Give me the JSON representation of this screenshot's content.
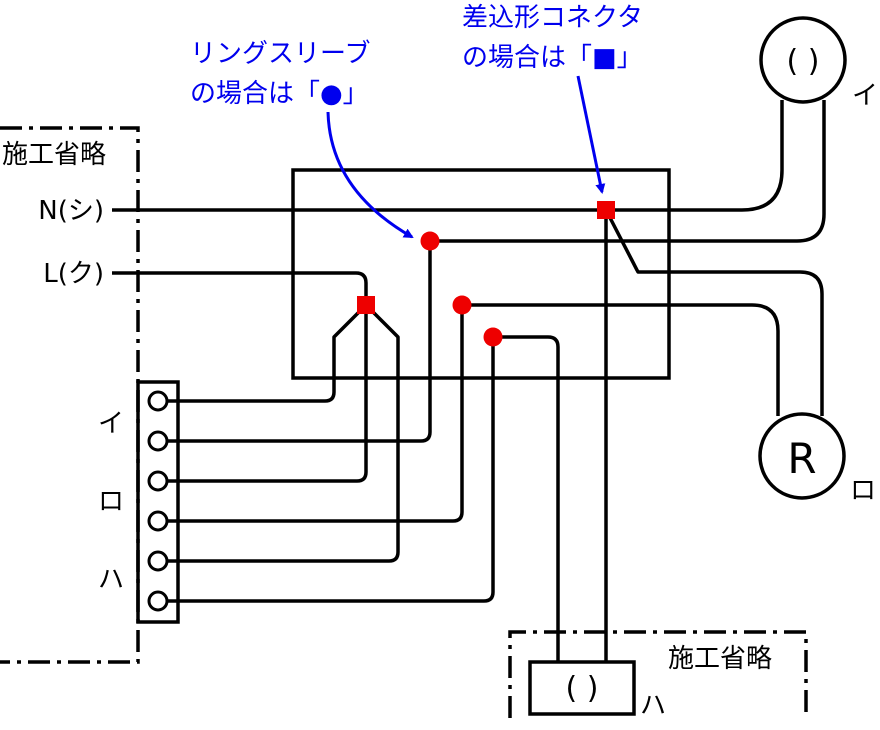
{
  "annotations": {
    "ring_sleeve": {
      "line1": "リングスリーブ",
      "line2": "の場合は「●」"
    },
    "push_connector": {
      "line1": "差込形コネクタ",
      "line2": "の場合は「■」"
    }
  },
  "left_panel": {
    "omitted_label": "施工省略",
    "neutral_label": "N(シ)",
    "line_label": "L(ク)"
  },
  "bottom_panel": {
    "omitted_label": "施工省略",
    "lamp_symbol": "( )",
    "lamp_label": "ハ"
  },
  "switch_block": {
    "labels": [
      "イ",
      "ロ",
      "ハ"
    ]
  },
  "lamp_top": {
    "symbol": "( )",
    "label": "イ"
  },
  "lamp_receptacle": {
    "symbol": "R",
    "label": "ロ"
  },
  "colors": {
    "annotation": "#0000ee",
    "ring_sleeve": "#ee0000",
    "connector": "#ee0000",
    "wire": "#000000"
  }
}
